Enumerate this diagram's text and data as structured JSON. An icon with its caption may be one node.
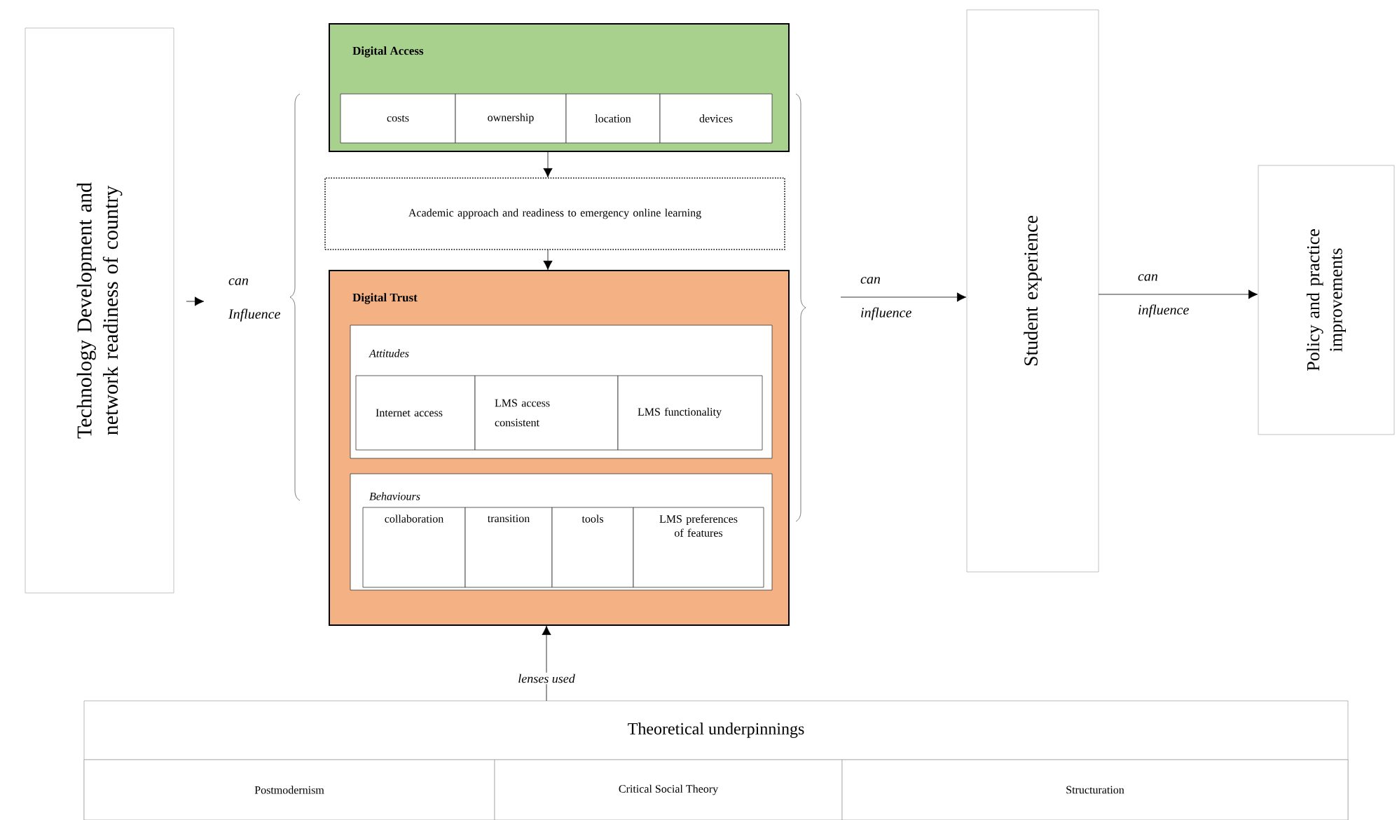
{
  "diagram": {
    "nodes": [
      {
        "text": [
          "Technology Development and network readiness of country"
        ]
      },
      {
        "text": [
          "Digital Access"
        ]
      },
      {
        "text": [
          "costs"
        ],
        "in": 1
      },
      {
        "text": [
          "ownership"
        ],
        "in": 1
      },
      {
        "text": [
          "location"
        ],
        "in": 1
      },
      {
        "text": [
          "devices"
        ],
        "in": 1
      },
      {
        "text": [
          "Academic approach and readiness to emergency online learning"
        ]
      },
      {
        "text": [
          "Digital Trust"
        ]
      },
      {
        "text": [
          "Attitudes"
        ],
        "in": 7
      },
      {
        "text": [
          "Internet access"
        ],
        "in": 8
      },
      {
        "text": [
          "LMS access consistent"
        ],
        "in": 8
      },
      {
        "text": [
          "LMS functionality"
        ],
        "in": 8
      },
      {
        "text": [
          "Behaviours"
        ],
        "in": 7
      },
      {
        "text": [
          "collaboration"
        ],
        "in": 12
      },
      {
        "text": [
          "transition"
        ],
        "in": 12
      },
      {
        "text": [
          "tools"
        ],
        "in": 12
      },
      {
        "text": [
          "LMS preferences of features"
        ],
        "in": 12
      },
      {
        "text": [
          "Student experience"
        ]
      },
      {
        "text": [
          "Policy and practice improvements"
        ]
      },
      {
        "text": [
          "Theoretical underpinnings"
        ]
      },
      {
        "text": [
          "Postmodernism"
        ],
        "in": 19
      },
      {
        "text": [
          "Critical Social Theory"
        ],
        "in": 19
      },
      {
        "text": [
          "Structuration"
        ],
        "in": 19
      }
    ],
    "edges": [
      {
        "from": 0,
        "to": null,
        "arrow": "to",
        "label": "can Influence"
      },
      {
        "from": 1,
        "to": 6,
        "arrow": "to"
      },
      {
        "from": 6,
        "to": 7,
        "arrow": "to"
      },
      {
        "from": null,
        "to": 17,
        "arrow": "to",
        "label": "can influence"
      },
      {
        "from": 17,
        "to": 18,
        "arrow": "to",
        "label": "can influence"
      },
      {
        "from": 19,
        "to": 7,
        "arrow": "to",
        "label": "lenses used"
      }
    ]
  }
}
